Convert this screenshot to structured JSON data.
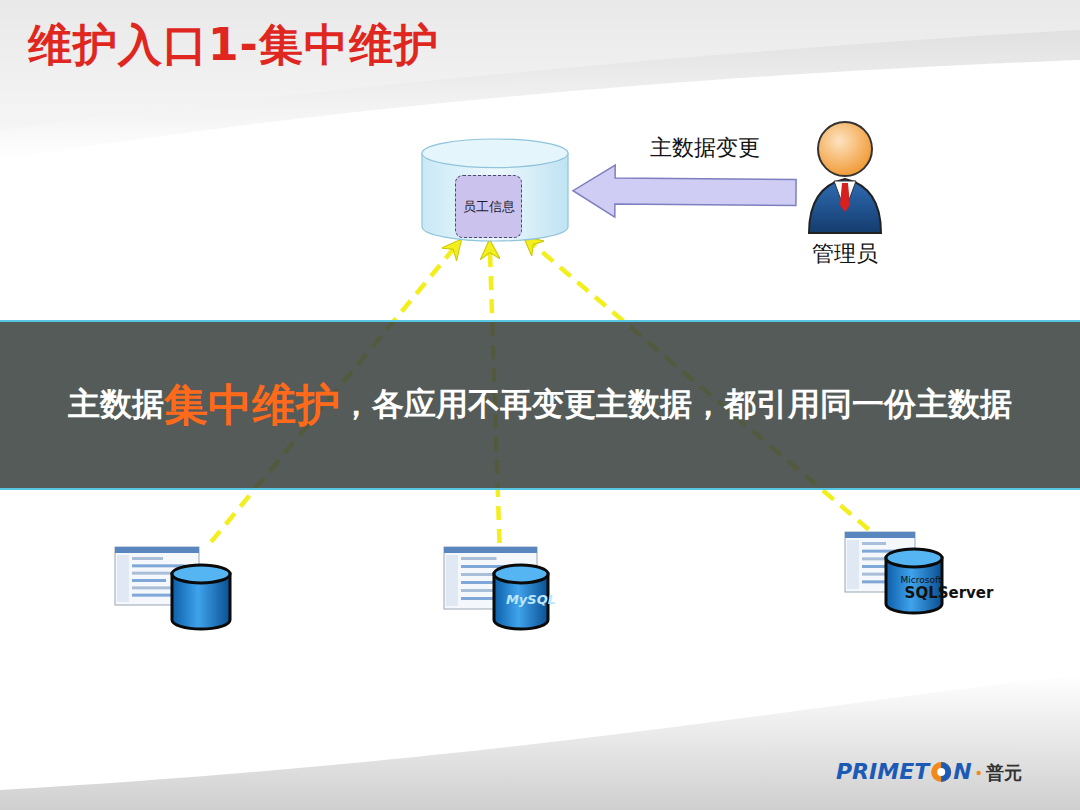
{
  "diagram": {
    "title": "维护入口1-集中维护",
    "nodes": [
      {
        "text": []
      },
      {
        "text": [
          "员工信息"
        ],
        "in": 0
      },
      {
        "text": [
          "管理员"
        ]
      },
      {
        "text": [
          "主数据",
          "集中维护",
          "，各应用不再变更主数据，都引用同一份主数据"
        ]
      },
      {
        "text": []
      },
      {
        "text": [
          "MySQL"
        ]
      },
      {
        "text": [
          "Microsoft",
          "SQLServer"
        ]
      }
    ],
    "edges": [
      {
        "from": 2,
        "to": 0,
        "label": "主数据变更",
        "arrow": "to"
      },
      {
        "from": 4,
        "to": 1,
        "arrow": "to"
      },
      {
        "from": 5,
        "to": 1,
        "arrow": "to"
      },
      {
        "from": 6,
        "to": 1,
        "arrow": "to"
      }
    ],
    "labels": [
      "PRIMET",
      "N",
      "普元"
    ]
  }
}
